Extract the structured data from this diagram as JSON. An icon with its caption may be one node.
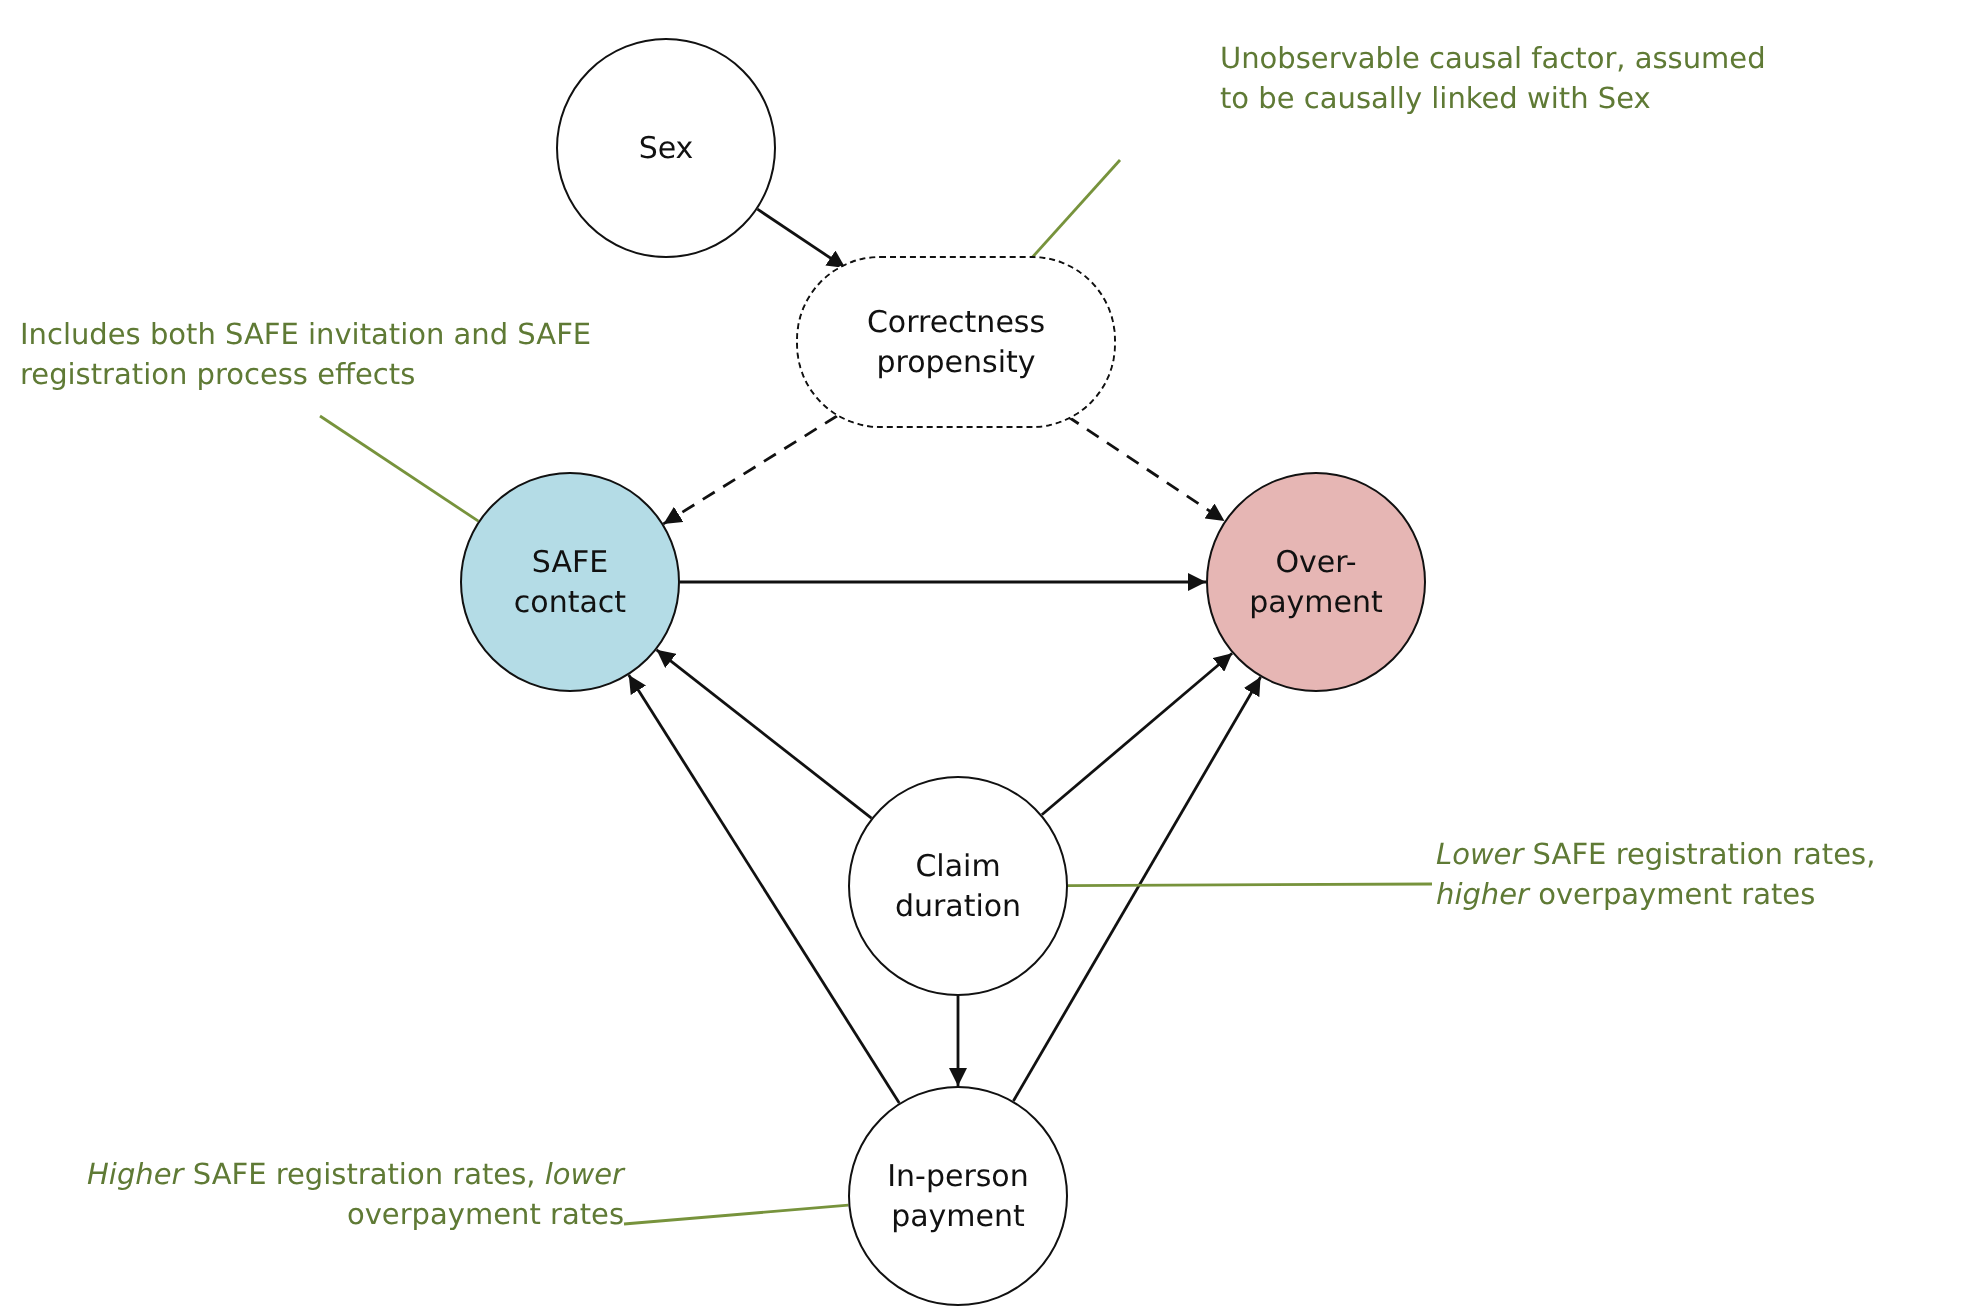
{
  "diagram": {
    "nodes": [
      {
        "text": [
          "Sex"
        ]
      },
      {
        "text": [
          "Correctness propensity"
        ]
      },
      {
        "text": [
          "SAFE contact"
        ]
      },
      {
        "text": [
          "Over-payment"
        ]
      },
      {
        "text": [
          "Claim duration"
        ]
      },
      {
        "text": [
          "In-person payment"
        ]
      },
      {
        "text": [
          "Unobservable causal factor, assumed to be causally linked with Sex"
        ]
      },
      {
        "text": [
          "Includes both SAFE invitation and SAFE registration process effects"
        ]
      },
      {
        "text": [
          "*Lower* SAFE registration rates, *higher* overpayment rates"
        ]
      },
      {
        "text": [
          "*Higher* SAFE registration rates, *lower* overpayment rates"
        ]
      }
    ],
    "edges": [
      {
        "from": 0,
        "to": 1,
        "arrow": "to"
      },
      {
        "from": 1,
        "to": 2,
        "arrow": "to",
        "style": "dashed"
      },
      {
        "from": 1,
        "to": 3,
        "arrow": "to",
        "style": "dashed"
      },
      {
        "from": 2,
        "to": 3,
        "arrow": "to"
      },
      {
        "from": 4,
        "to": 2,
        "arrow": "to"
      },
      {
        "from": 4,
        "to": 3,
        "arrow": "to"
      },
      {
        "from": 4,
        "to": 5,
        "arrow": "to"
      },
      {
        "from": 5,
        "to": 2,
        "arrow": "to"
      },
      {
        "from": 5,
        "to": 3,
        "arrow": "to"
      },
      {
        "from": 6,
        "to": 1,
        "arrow": "none",
        "color": "#77933c"
      },
      {
        "from": 7,
        "to": 2,
        "arrow": "none",
        "color": "#77933c"
      },
      {
        "from": 8,
        "to": 4,
        "arrow": "none",
        "color": "#77933c"
      },
      {
        "from": 9,
        "to": 5,
        "arrow": "none",
        "color": "#77933c"
      }
    ]
  }
}
